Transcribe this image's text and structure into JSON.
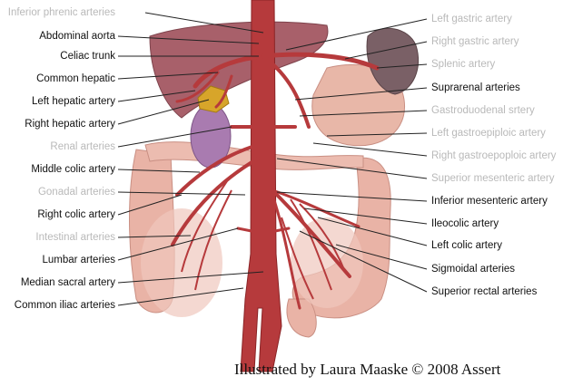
{
  "left_labels": [
    {
      "text": "Inferior phrenic arteries",
      "faded": true
    },
    {
      "text": "Abdominal aorta",
      "faded": false
    },
    {
      "text": "Celiac trunk",
      "faded": false
    },
    {
      "text": "Common hepatic",
      "faded": false
    },
    {
      "text": "Left hepatic artery",
      "faded": false
    },
    {
      "text": "Right hepatic artery",
      "faded": false
    },
    {
      "text": "Renal arteries",
      "faded": true
    },
    {
      "text": "Middle colic artery",
      "faded": false
    },
    {
      "text": "Gonadal arteries",
      "faded": true
    },
    {
      "text": "Right colic artery",
      "faded": false
    },
    {
      "text": "Intestinal arteries",
      "faded": true
    },
    {
      "text": "Lumbar arteries",
      "faded": false
    },
    {
      "text": "Median sacral artery",
      "faded": false
    },
    {
      "text": "Common iliac arteries",
      "faded": false
    }
  ],
  "right_labels": [
    {
      "text": "Left gastric artery",
      "faded": true
    },
    {
      "text": "Right gastric artery",
      "faded": true
    },
    {
      "text": "Splenic artery",
      "faded": true
    },
    {
      "text": "Suprarenal arteries",
      "faded": false
    },
    {
      "text": "Gastroduodenal srtery",
      "faded": true
    },
    {
      "text": "Left gastroepiploic artery",
      "faded": true
    },
    {
      "text": "Right gastroepoploic artery",
      "faded": true
    },
    {
      "text": "Superior mesenteric artery",
      "faded": true
    },
    {
      "text": "Inferior mesenteric artery",
      "faded": false
    },
    {
      "text": "Ileocolic artery",
      "faded": false
    },
    {
      "text": "Left colic artery",
      "faded": false
    },
    {
      "text": "Sigmoidal arteries",
      "faded": false
    },
    {
      "text": "Superior rectal arteries",
      "faded": false
    }
  ],
  "credit": "Illustrated by Laura Maaske © 2008 Assert",
  "colors": {
    "artery": "#b63a3c",
    "liver": "#a8606a",
    "intestine": "#e9b3a6",
    "spleen": "#7a6066",
    "kidney": "#a97bb0",
    "adrenal": "#d7a52a",
    "dark_label": "#111111",
    "faded_label": "#b9b9b9"
  }
}
